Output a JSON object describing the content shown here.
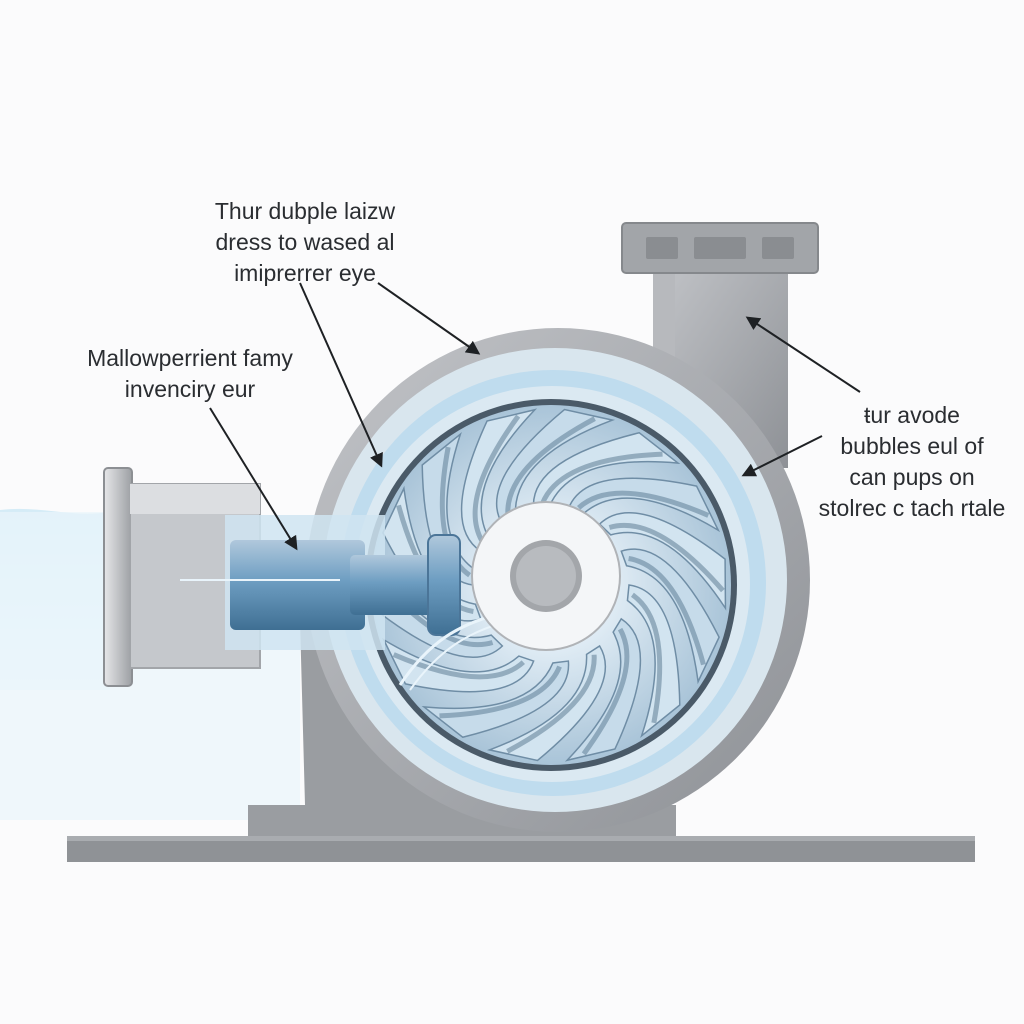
{
  "labels": {
    "impeller_eye": {
      "line1": "Thur dubple laizw",
      "line2": "dress to wased al",
      "line3": "imiprerrer eye"
    },
    "inlet": {
      "line1": "Mallowperrient famy",
      "line2": "invenciry eur"
    },
    "bubbles": {
      "line1": "ŧur avode",
      "line2": "bubbles eul of",
      "line3": "can pups on",
      "line4": "stolrec c tach rtale"
    }
  },
  "colors": {
    "background": "#fbfbfc",
    "casing": "#a7a9ad",
    "casing_dark": "#7d8084",
    "water": "#bfe0f0",
    "impeller_blade": "#c9dcea",
    "impeller_shadow": "#6f8da5",
    "text": "#2a2d31",
    "arrow": "#1e2124"
  },
  "icons": [
    "leader-arrow"
  ]
}
